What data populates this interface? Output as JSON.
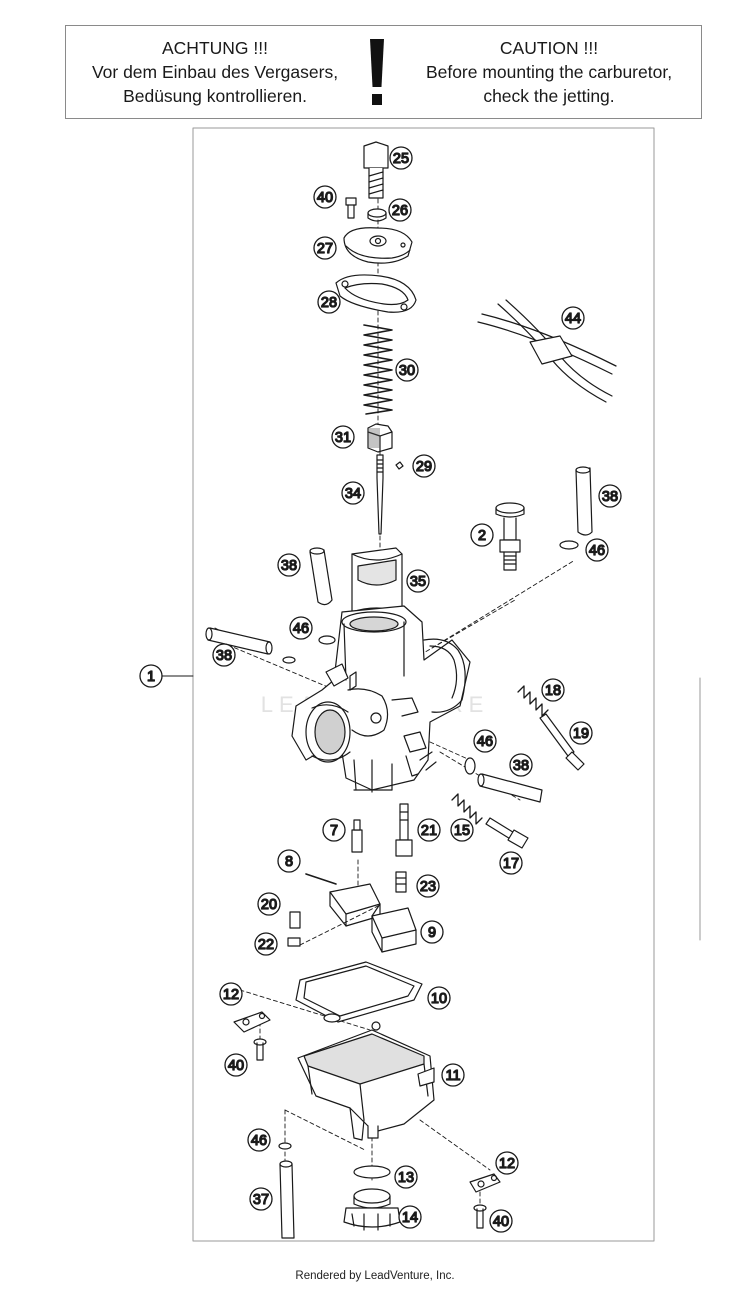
{
  "warning": {
    "de": {
      "title": "ACHTUNG !!!",
      "line1": "Vor dem Einbau des Vergasers,",
      "line2": "Bedüsung kontrollieren."
    },
    "en": {
      "title": "CAUTION !!!",
      "line1": "Before mounting the carburetor,",
      "line2": "check the jetting."
    }
  },
  "watermark": "LEADVENTURE",
  "callouts": {
    "c1": "1",
    "c2": "2",
    "c7": "7",
    "c8": "8",
    "c9": "9",
    "c10": "10",
    "c11": "11",
    "c12a": "12",
    "c12b": "12",
    "c13": "13",
    "c14": "14",
    "c15": "15",
    "c17": "17",
    "c18": "18",
    "c19": "19",
    "c20": "20",
    "c21": "21",
    "c22": "22",
    "c23": "23",
    "c25": "25",
    "c26": "26",
    "c27": "27",
    "c28": "28",
    "c29": "29",
    "c30": "30",
    "c31": "31",
    "c34": "34",
    "c35": "35",
    "c37": "37",
    "c38a": "38",
    "c38b": "38",
    "c38c": "38",
    "c38d": "38",
    "c40a": "40",
    "c40b": "40",
    "c40c": "40",
    "c44": "44",
    "c46a": "46",
    "c46b": "46",
    "c46c": "46",
    "c46d": "46"
  },
  "footer": "Rendered by LeadVenture, Inc.",
  "colors": {
    "ink": "#1a1a1a",
    "part_fill": "#ffffff",
    "shade": "#d0d0d0",
    "frame": "#9a9a9a"
  }
}
